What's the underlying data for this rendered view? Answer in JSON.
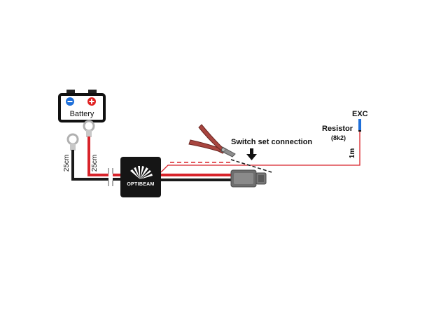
{
  "battery": {
    "label": "Battery",
    "minus_symbol": "−",
    "plus_symbol": "+"
  },
  "wires": {
    "black_length": "25cm",
    "red_length": "25cm",
    "exc_length": "1m"
  },
  "module": {
    "brand": "OPTIBEAM"
  },
  "labels": {
    "switch_set_connection": "Switch set connection",
    "resistor": "Resistor",
    "resistor_value": "(8k2)",
    "exc": "EXC"
  },
  "colors": {
    "wire_red": "#d8232a",
    "wire_black": "#1a1a1a",
    "module_body": "#151515",
    "connector": "#6e6e6e",
    "battery_blue": "#1e6fd9",
    "battery_red": "#e02020",
    "pliers_handle": "#a8453f"
  },
  "icons": [
    "battery-icon",
    "ring-terminal-icon",
    "pliers-icon",
    "connector-icon",
    "arrow-down-icon",
    "fuse-gap-icon"
  ]
}
